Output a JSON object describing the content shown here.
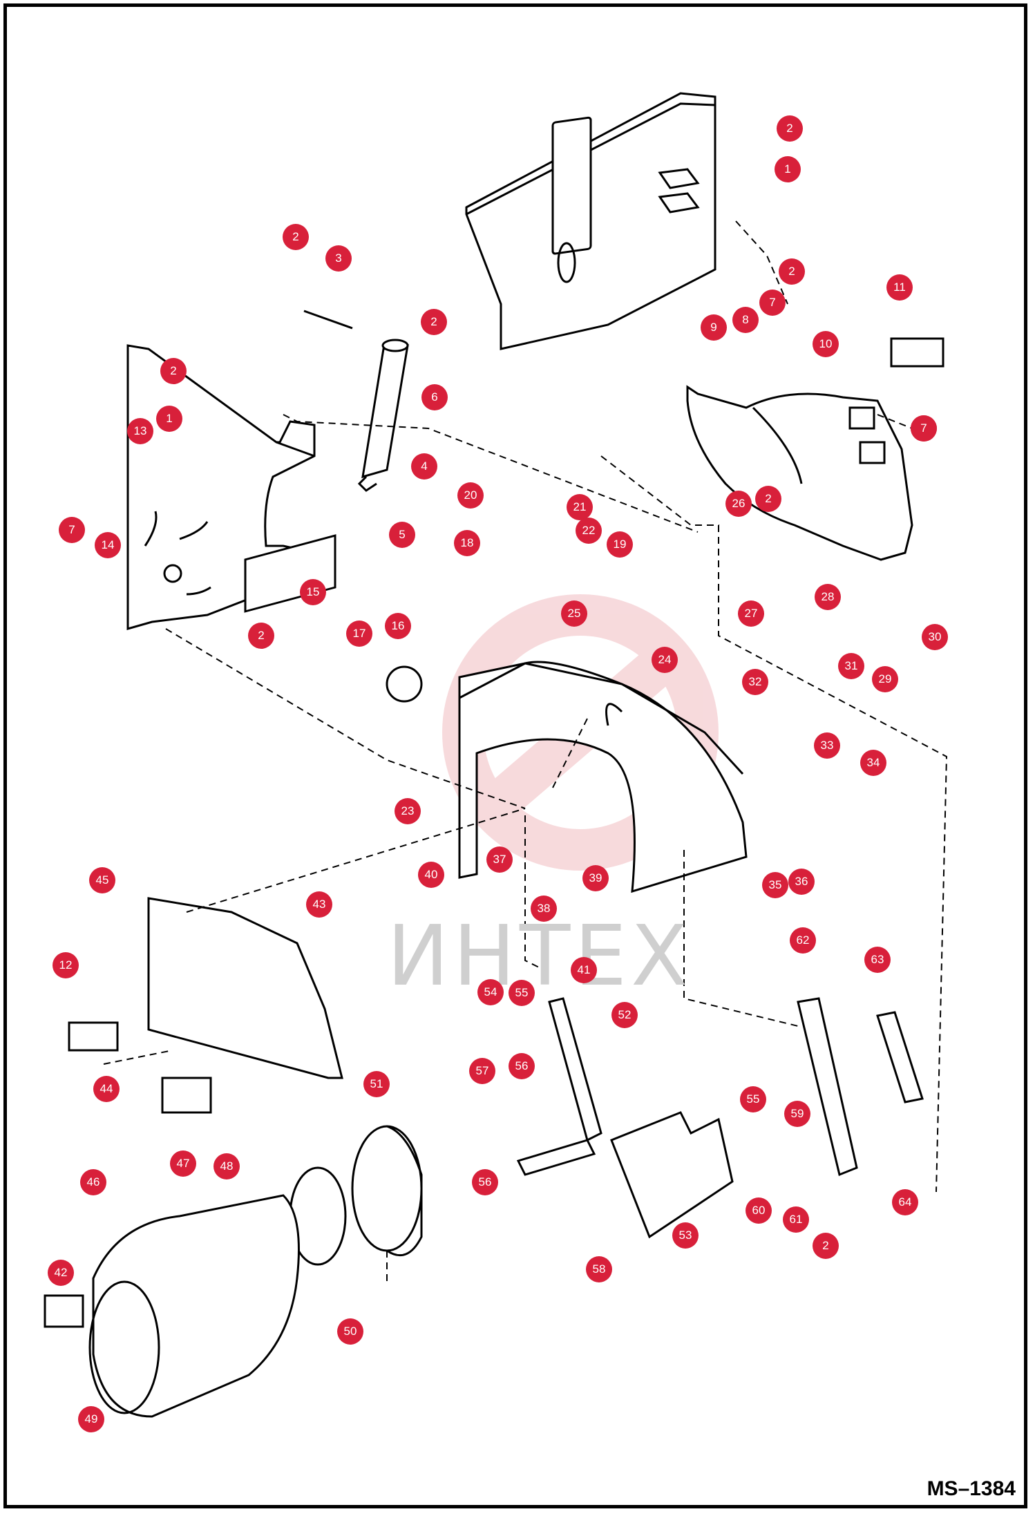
{
  "diagram_code": "MS–1384",
  "watermark": "ИНТЕХ",
  "callouts": [
    {
      "id": "c-2a",
      "label": "2"
    },
    {
      "id": "c-1a",
      "label": "1"
    },
    {
      "id": "c-2b",
      "label": "2"
    },
    {
      "id": "c-3",
      "label": "3"
    },
    {
      "id": "c-2c",
      "label": "2"
    },
    {
      "id": "c-6",
      "label": "6"
    },
    {
      "id": "c-2d",
      "label": "2"
    },
    {
      "id": "c-7a",
      "label": "7"
    },
    {
      "id": "c-9",
      "label": "9"
    },
    {
      "id": "c-8",
      "label": "8"
    },
    {
      "id": "c-11",
      "label": "11"
    },
    {
      "id": "c-10",
      "label": "10"
    },
    {
      "id": "c-2e",
      "label": "2"
    },
    {
      "id": "c-1b",
      "label": "1"
    },
    {
      "id": "c-13",
      "label": "13"
    },
    {
      "id": "c-7b",
      "label": "7"
    },
    {
      "id": "c-4",
      "label": "4"
    },
    {
      "id": "c-20",
      "label": "20"
    },
    {
      "id": "c-21",
      "label": "21"
    },
    {
      "id": "c-22",
      "label": "22"
    },
    {
      "id": "c-26",
      "label": "26"
    },
    {
      "id": "c-2f",
      "label": "2"
    },
    {
      "id": "c-7c",
      "label": "7"
    },
    {
      "id": "c-7d",
      "label": "7"
    },
    {
      "id": "c-14",
      "label": "14"
    },
    {
      "id": "c-5",
      "label": "5"
    },
    {
      "id": "c-18",
      "label": "18"
    },
    {
      "id": "c-19",
      "label": "19"
    },
    {
      "id": "c-15",
      "label": "15"
    },
    {
      "id": "c-28",
      "label": "28"
    },
    {
      "id": "c-27",
      "label": "27"
    },
    {
      "id": "c-30",
      "label": "30"
    },
    {
      "id": "c-2g",
      "label": "2"
    },
    {
      "id": "c-17",
      "label": "17"
    },
    {
      "id": "c-16",
      "label": "16"
    },
    {
      "id": "c-25",
      "label": "25"
    },
    {
      "id": "c-31",
      "label": "31"
    },
    {
      "id": "c-29",
      "label": "29"
    },
    {
      "id": "c-24",
      "label": "24"
    },
    {
      "id": "c-32",
      "label": "32"
    },
    {
      "id": "c-33",
      "label": "33"
    },
    {
      "id": "c-34",
      "label": "34"
    },
    {
      "id": "c-23",
      "label": "23"
    },
    {
      "id": "c-37",
      "label": "37"
    },
    {
      "id": "c-40",
      "label": "40"
    },
    {
      "id": "c-39",
      "label": "39"
    },
    {
      "id": "c-35",
      "label": "35"
    },
    {
      "id": "c-36",
      "label": "36"
    },
    {
      "id": "c-45",
      "label": "45"
    },
    {
      "id": "c-38",
      "label": "38"
    },
    {
      "id": "c-43",
      "label": "43"
    },
    {
      "id": "c-12",
      "label": "12"
    },
    {
      "id": "c-41",
      "label": "41"
    },
    {
      "id": "c-62",
      "label": "62"
    },
    {
      "id": "c-63",
      "label": "63"
    },
    {
      "id": "c-54",
      "label": "54"
    },
    {
      "id": "c-55a",
      "label": "55"
    },
    {
      "id": "c-52",
      "label": "52"
    },
    {
      "id": "c-56a",
      "label": "56"
    },
    {
      "id": "c-57",
      "label": "57"
    },
    {
      "id": "c-44",
      "label": "44"
    },
    {
      "id": "c-51",
      "label": "51"
    },
    {
      "id": "c-55b",
      "label": "55"
    },
    {
      "id": "c-59",
      "label": "59"
    },
    {
      "id": "c-47",
      "label": "47"
    },
    {
      "id": "c-48",
      "label": "48"
    },
    {
      "id": "c-46",
      "label": "46"
    },
    {
      "id": "c-56b",
      "label": "56"
    },
    {
      "id": "c-60",
      "label": "60"
    },
    {
      "id": "c-61",
      "label": "61"
    },
    {
      "id": "c-64",
      "label": "64"
    },
    {
      "id": "c-53",
      "label": "53"
    },
    {
      "id": "c-2h",
      "label": "2"
    },
    {
      "id": "c-42",
      "label": "42"
    },
    {
      "id": "c-58",
      "label": "58"
    },
    {
      "id": "c-50",
      "label": "50"
    },
    {
      "id": "c-49",
      "label": "49"
    }
  ]
}
